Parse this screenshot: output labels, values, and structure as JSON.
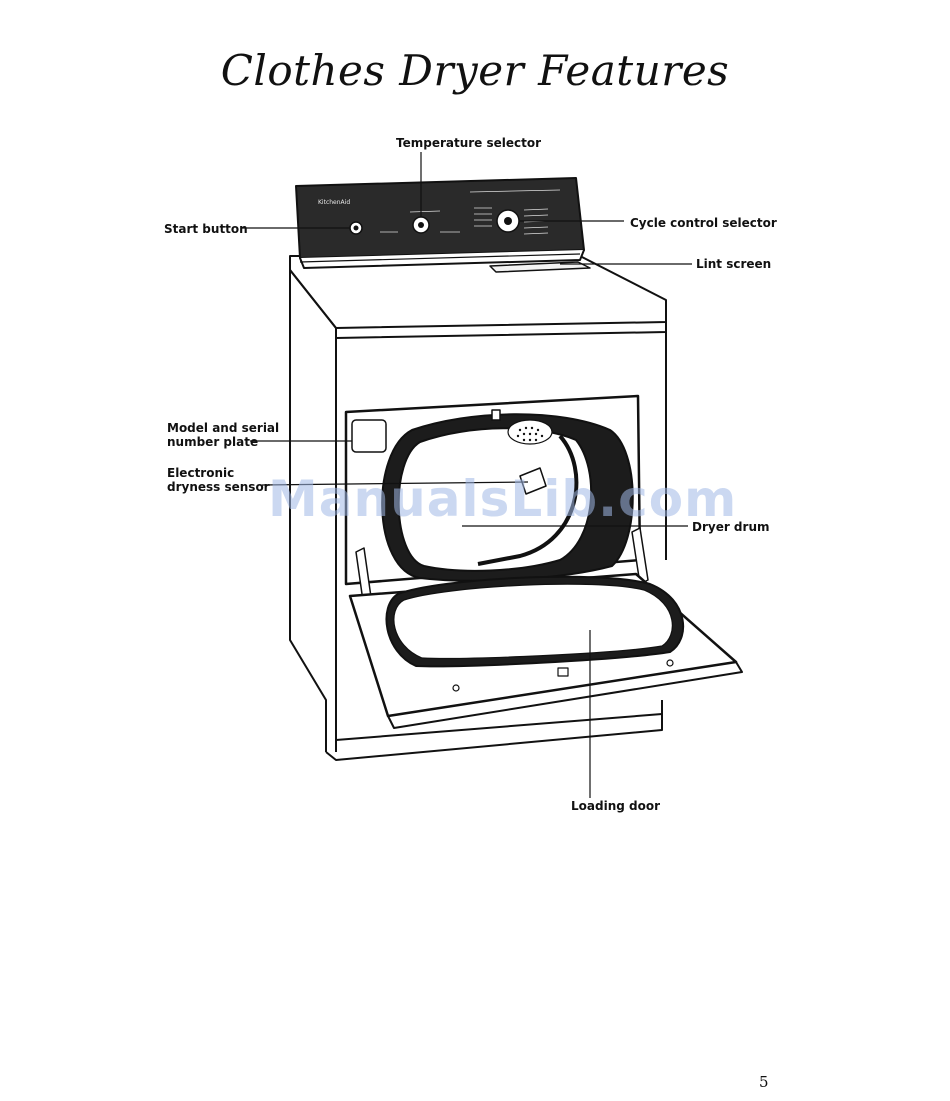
{
  "page": {
    "title": "Clothes Dryer Features",
    "page_number": "5",
    "watermark": "ManualsLib.com"
  },
  "callouts": {
    "temperature_selector": "Temperature selector",
    "start_button": "Start button",
    "cycle_control_selector": "Cycle control selector",
    "lint_screen": "Lint screen",
    "model_serial_line1": "Model and serial",
    "model_serial_line2": "number plate",
    "dryness_sensor_line1": "Electronic",
    "dryness_sensor_line2": "dryness sensor",
    "dryer_drum": "Dryer drum",
    "loading_door": "Loading door"
  },
  "control_panel": {
    "brand": "KitchenAid"
  }
}
